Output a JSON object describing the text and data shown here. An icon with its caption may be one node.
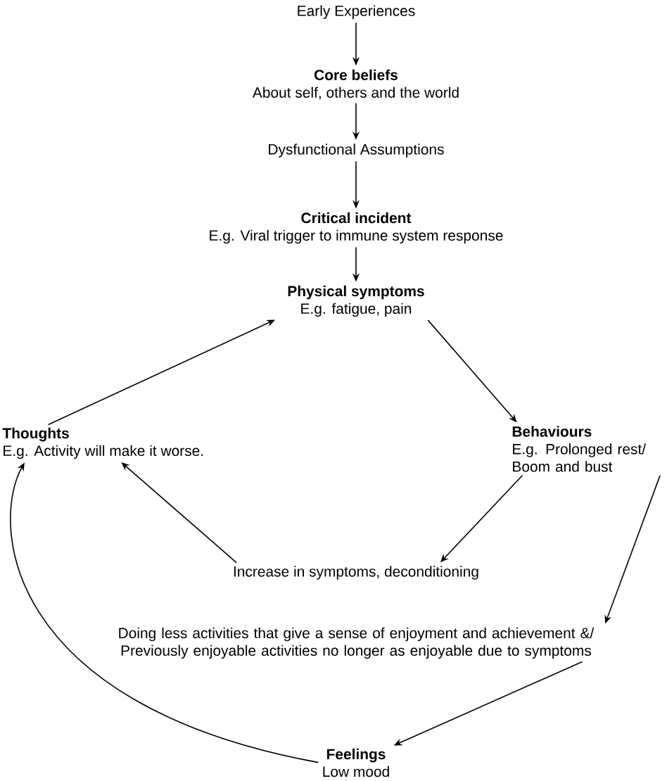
{
  "diagram": {
    "nodes": [
      {
        "text": [
          "Early Experiences"
        ]
      },
      {
        "text": [
          "Core beliefs",
          "About self, others and the world"
        ]
      },
      {
        "text": [
          "Dysfunctional Assumptions"
        ]
      },
      {
        "text": [
          "Critical incident",
          "E.g. Viral trigger to immune system response"
        ]
      },
      {
        "text": [
          "Physical symptoms",
          "E.g. fatigue, pain"
        ]
      },
      {
        "text": [
          "Thoughts",
          "E.g. Activity will make it worse."
        ]
      },
      {
        "text": [
          "Behaviours",
          "E.g. Prolonged rest/ Boom and bust"
        ]
      },
      {
        "text": [
          "Increase in symptoms, deconditioning"
        ]
      },
      {
        "text": [
          "Doing less activities that give a sense of enjoyment and achievement &/ Previously enjoyable activities no longer as enjoyable due to symptoms"
        ]
      },
      {
        "text": [
          "Feelings",
          "Low mood"
        ]
      }
    ],
    "edges": [
      {
        "from": 0,
        "to": 1,
        "arrow": "to"
      },
      {
        "from": 1,
        "to": 2,
        "arrow": "to"
      },
      {
        "from": 2,
        "to": 3,
        "arrow": "to"
      },
      {
        "from": 3,
        "to": 4,
        "arrow": "to"
      },
      {
        "from": 4,
        "to": 6,
        "arrow": "to"
      },
      {
        "from": 6,
        "to": 7,
        "arrow": "to"
      },
      {
        "from": 7,
        "to": 5,
        "arrow": "to"
      },
      {
        "from": 6,
        "to": 8,
        "arrow": "to"
      },
      {
        "from": 8,
        "to": 9,
        "arrow": "to"
      },
      {
        "from": 9,
        "to": 5,
        "arrow": "to"
      },
      {
        "from": 5,
        "to": 4,
        "arrow": "to"
      }
    ]
  }
}
